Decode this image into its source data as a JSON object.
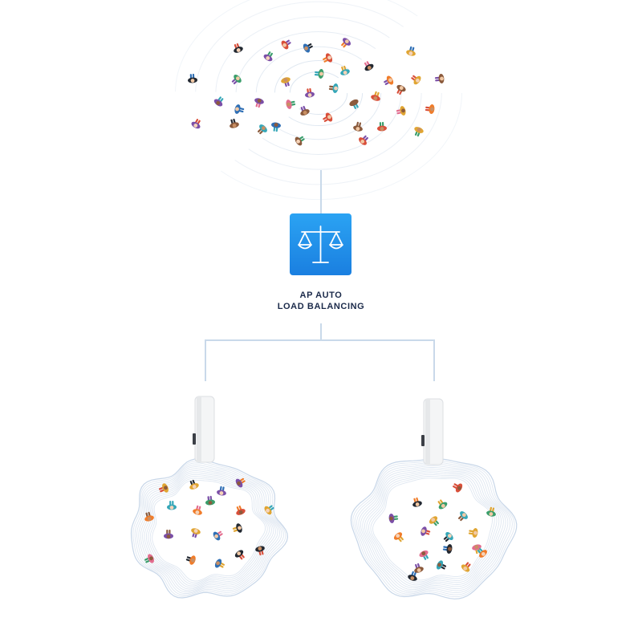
{
  "feature": {
    "title_line1": "AP AUTO",
    "title_line2": "LOAD BALANCING",
    "icon": "balance-scale-icon"
  },
  "colors": {
    "connector": "#c9d9ea",
    "ring": "#dde6f0",
    "icon_top": "#2ba3f3",
    "icon_bottom": "#1a7fe0",
    "icon_symbol": "#ffffff",
    "label": "#1b2a4a",
    "device": "#f4f5f6"
  },
  "groups": [
    {
      "id": "crowd-unbalanced",
      "people": 38
    },
    {
      "id": "crowd-ap-left",
      "people": 19
    },
    {
      "id": "crowd-ap-right",
      "people": 19
    }
  ],
  "access_points": [
    {
      "id": "ap-left",
      "icon": "access-point-device-icon"
    },
    {
      "id": "ap-right",
      "icon": "access-point-device-icon"
    }
  ]
}
